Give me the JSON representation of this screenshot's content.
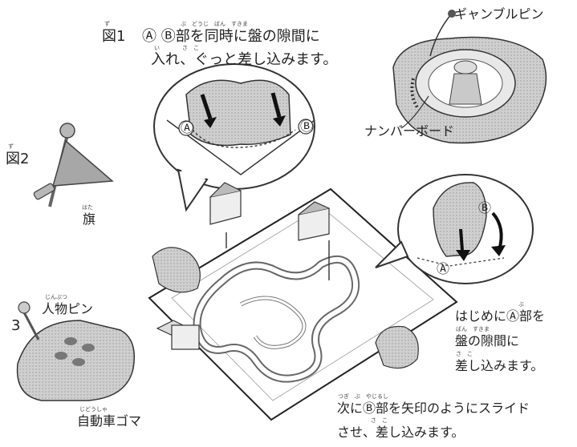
{
  "fig1": {
    "label": "図1",
    "label_ruby": "ず",
    "line1": "Ⓐ Ⓑ部を同時に盤の隙間に",
    "line1_ruby": "ぶ　どうじ　ばん　すきま",
    "line2": "入れ、ぐっと差し込みます。",
    "line2_ruby": "い　　　　さ　こ"
  },
  "fig2": {
    "label": "図2",
    "label_ruby": "ず",
    "flag_label": "旗",
    "flag_ruby": "はた"
  },
  "fig3": {
    "number": "3",
    "person_pin": "人物ピン",
    "person_pin_ruby": "じんぶつ",
    "car_label": "自動車ゴマ",
    "car_ruby": "じどうしゃ"
  },
  "gamble": {
    "pin_label": "ギャンブルピン",
    "board_label": "ナンバーボード"
  },
  "instructions": {
    "first": [
      "はじめにⒶ部を",
      "盤の隙間に",
      "差し込みます。"
    ],
    "first_ruby": [
      "ぶ",
      "ばん　すきま",
      "さ　こ"
    ],
    "next": [
      "次にⒷ部を矢印のようにスライド",
      "させ、差し込みます。"
    ],
    "next_ruby": [
      "つぎ　ぶ　やじるし",
      "さ　こ"
    ]
  },
  "markers": {
    "a": "Ⓐ",
    "b": "Ⓑ"
  }
}
